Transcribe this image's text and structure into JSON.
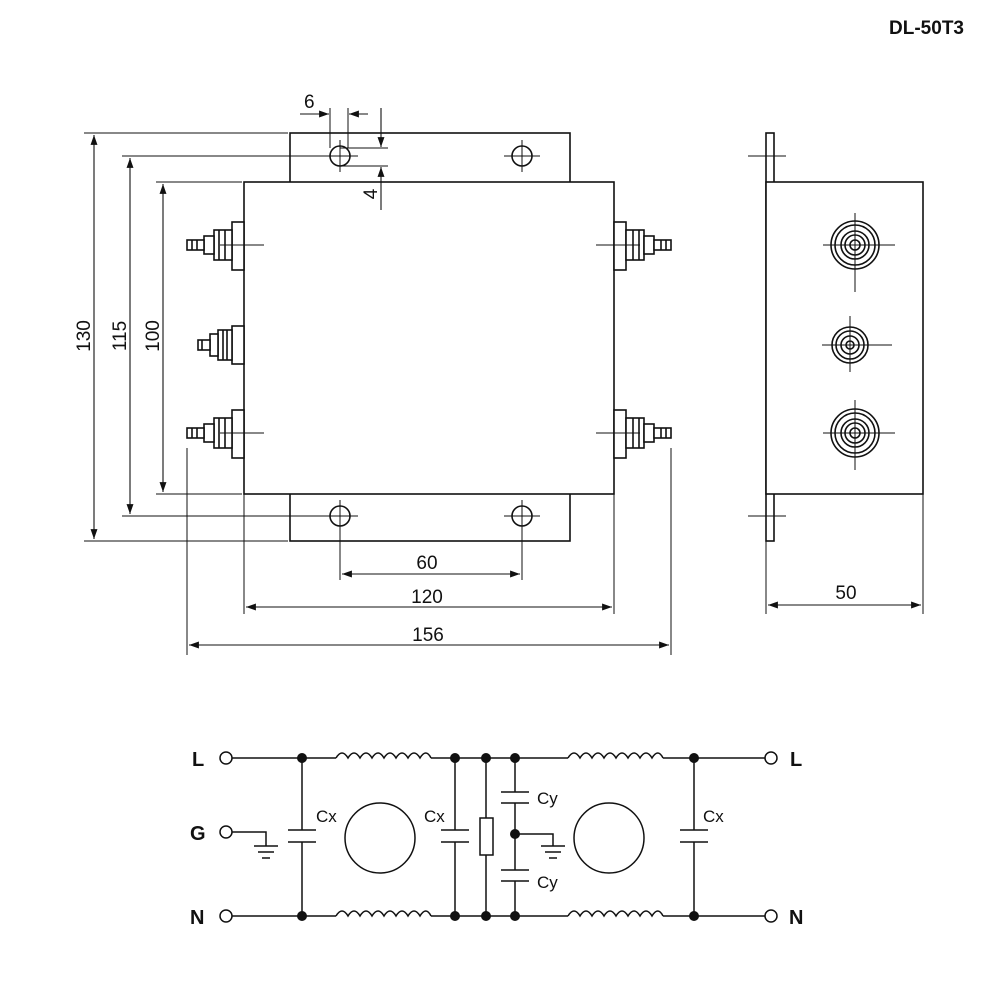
{
  "model": "DL-50T3",
  "dimensions": {
    "hole_offset": "6",
    "hole_offset_v": "4",
    "height_total": "130",
    "height_mount": "115",
    "height_body": "100",
    "width_mount": "60",
    "width_body": "120",
    "width_total": "156",
    "depth": "50"
  },
  "schematic": {
    "terminal_L": "L",
    "terminal_G": "G",
    "terminal_N": "N",
    "cx": "Cx",
    "cy": "Cy"
  }
}
